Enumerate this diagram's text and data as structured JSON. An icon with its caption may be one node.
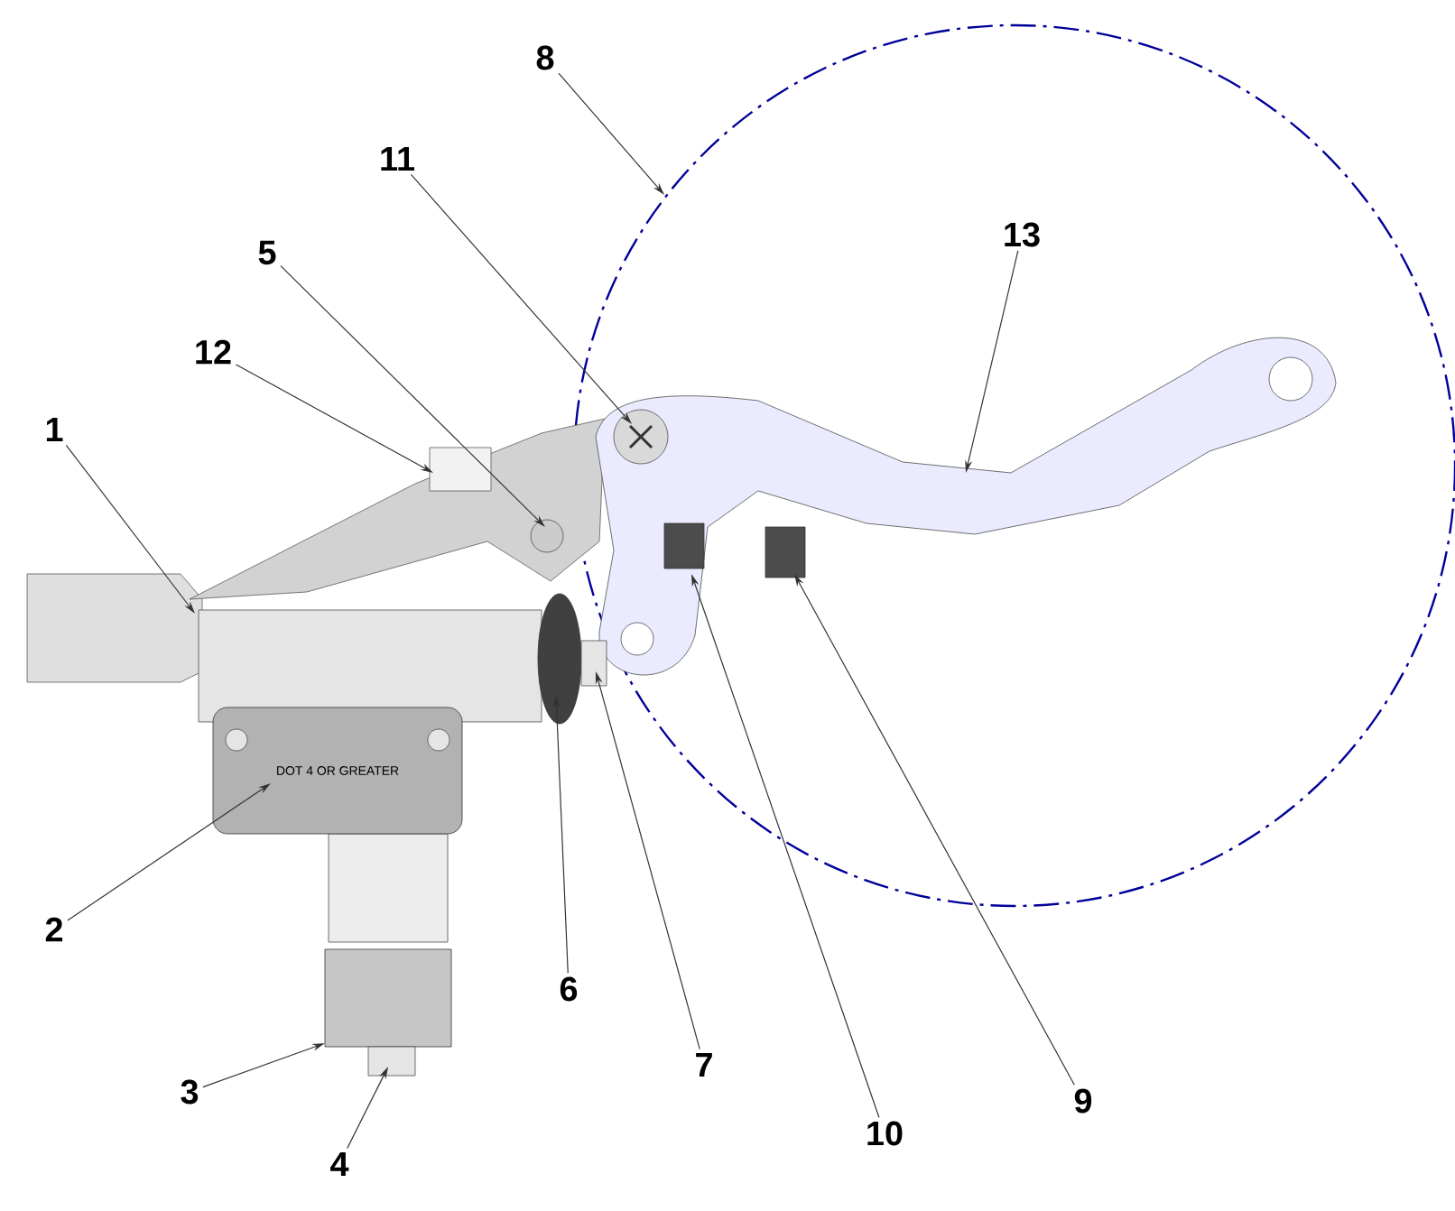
{
  "diagram": {
    "nodes": [
      {
        "text": [
          "8"
        ]
      },
      {
        "text": [
          "11"
        ]
      },
      {
        "text": [
          "13"
        ]
      },
      {
        "text": [
          "5"
        ]
      },
      {
        "text": [
          "12"
        ]
      },
      {
        "text": [
          "1"
        ]
      },
      {
        "text": [
          "2"
        ]
      },
      {
        "text": [
          "6"
        ]
      },
      {
        "text": [
          "3"
        ]
      },
      {
        "text": [
          "7"
        ]
      },
      {
        "text": [
          "9"
        ]
      },
      {
        "text": [
          "10"
        ]
      },
      {
        "text": [
          "4"
        ]
      },
      {
        "text": [
          "DOT 4 OR GREATER"
        ]
      }
    ],
    "edges": [
      {
        "from": 0,
        "to": null,
        "arrow": "to"
      },
      {
        "from": 1,
        "to": null,
        "arrow": "to"
      },
      {
        "from": 2,
        "to": null,
        "arrow": "to"
      },
      {
        "from": 3,
        "to": null,
        "arrow": "to"
      },
      {
        "from": 4,
        "to": null,
        "arrow": "to"
      },
      {
        "from": 5,
        "to": null,
        "arrow": "to"
      },
      {
        "from": 6,
        "to": 13,
        "arrow": "to"
      },
      {
        "from": 7,
        "to": null,
        "arrow": "to"
      },
      {
        "from": 8,
        "to": null,
        "arrow": "to"
      },
      {
        "from": 9,
        "to": null,
        "arrow": "to"
      },
      {
        "from": 10,
        "to": null,
        "arrow": "to"
      },
      {
        "from": 11,
        "to": null,
        "arrow": "to"
      },
      {
        "from": 12,
        "to": null,
        "arrow": "to"
      }
    ]
  }
}
